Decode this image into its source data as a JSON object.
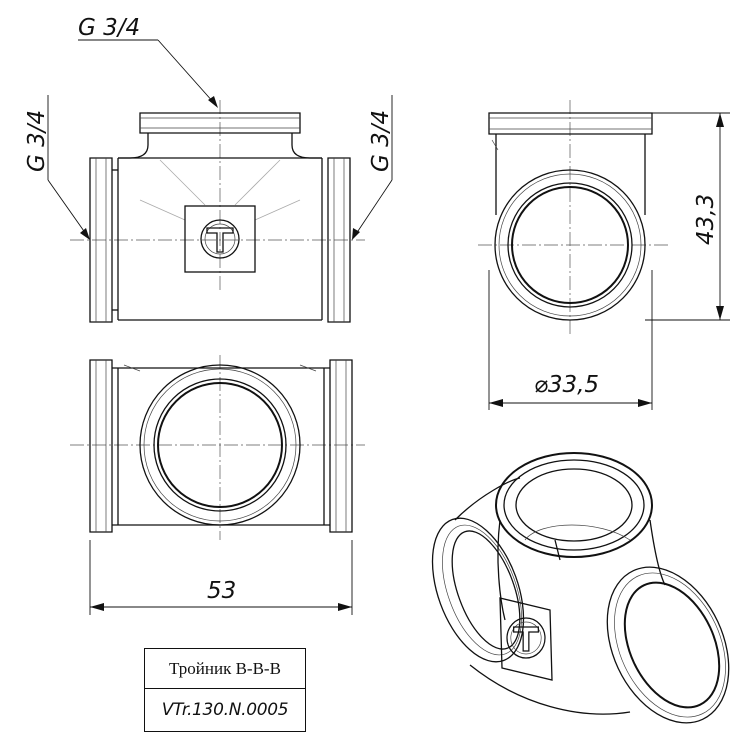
{
  "drawing": {
    "thread_top": "G 3/4",
    "thread_left": "G 3/4",
    "thread_right": "G 3/4",
    "height_dim": "43,3",
    "diameter_dim": "⌀33,5",
    "length_dim": "53"
  },
  "title_block": {
    "name": "Тройник В-В-В",
    "code": "VTr.130.N.0005"
  },
  "logo": {
    "mark": "T"
  }
}
